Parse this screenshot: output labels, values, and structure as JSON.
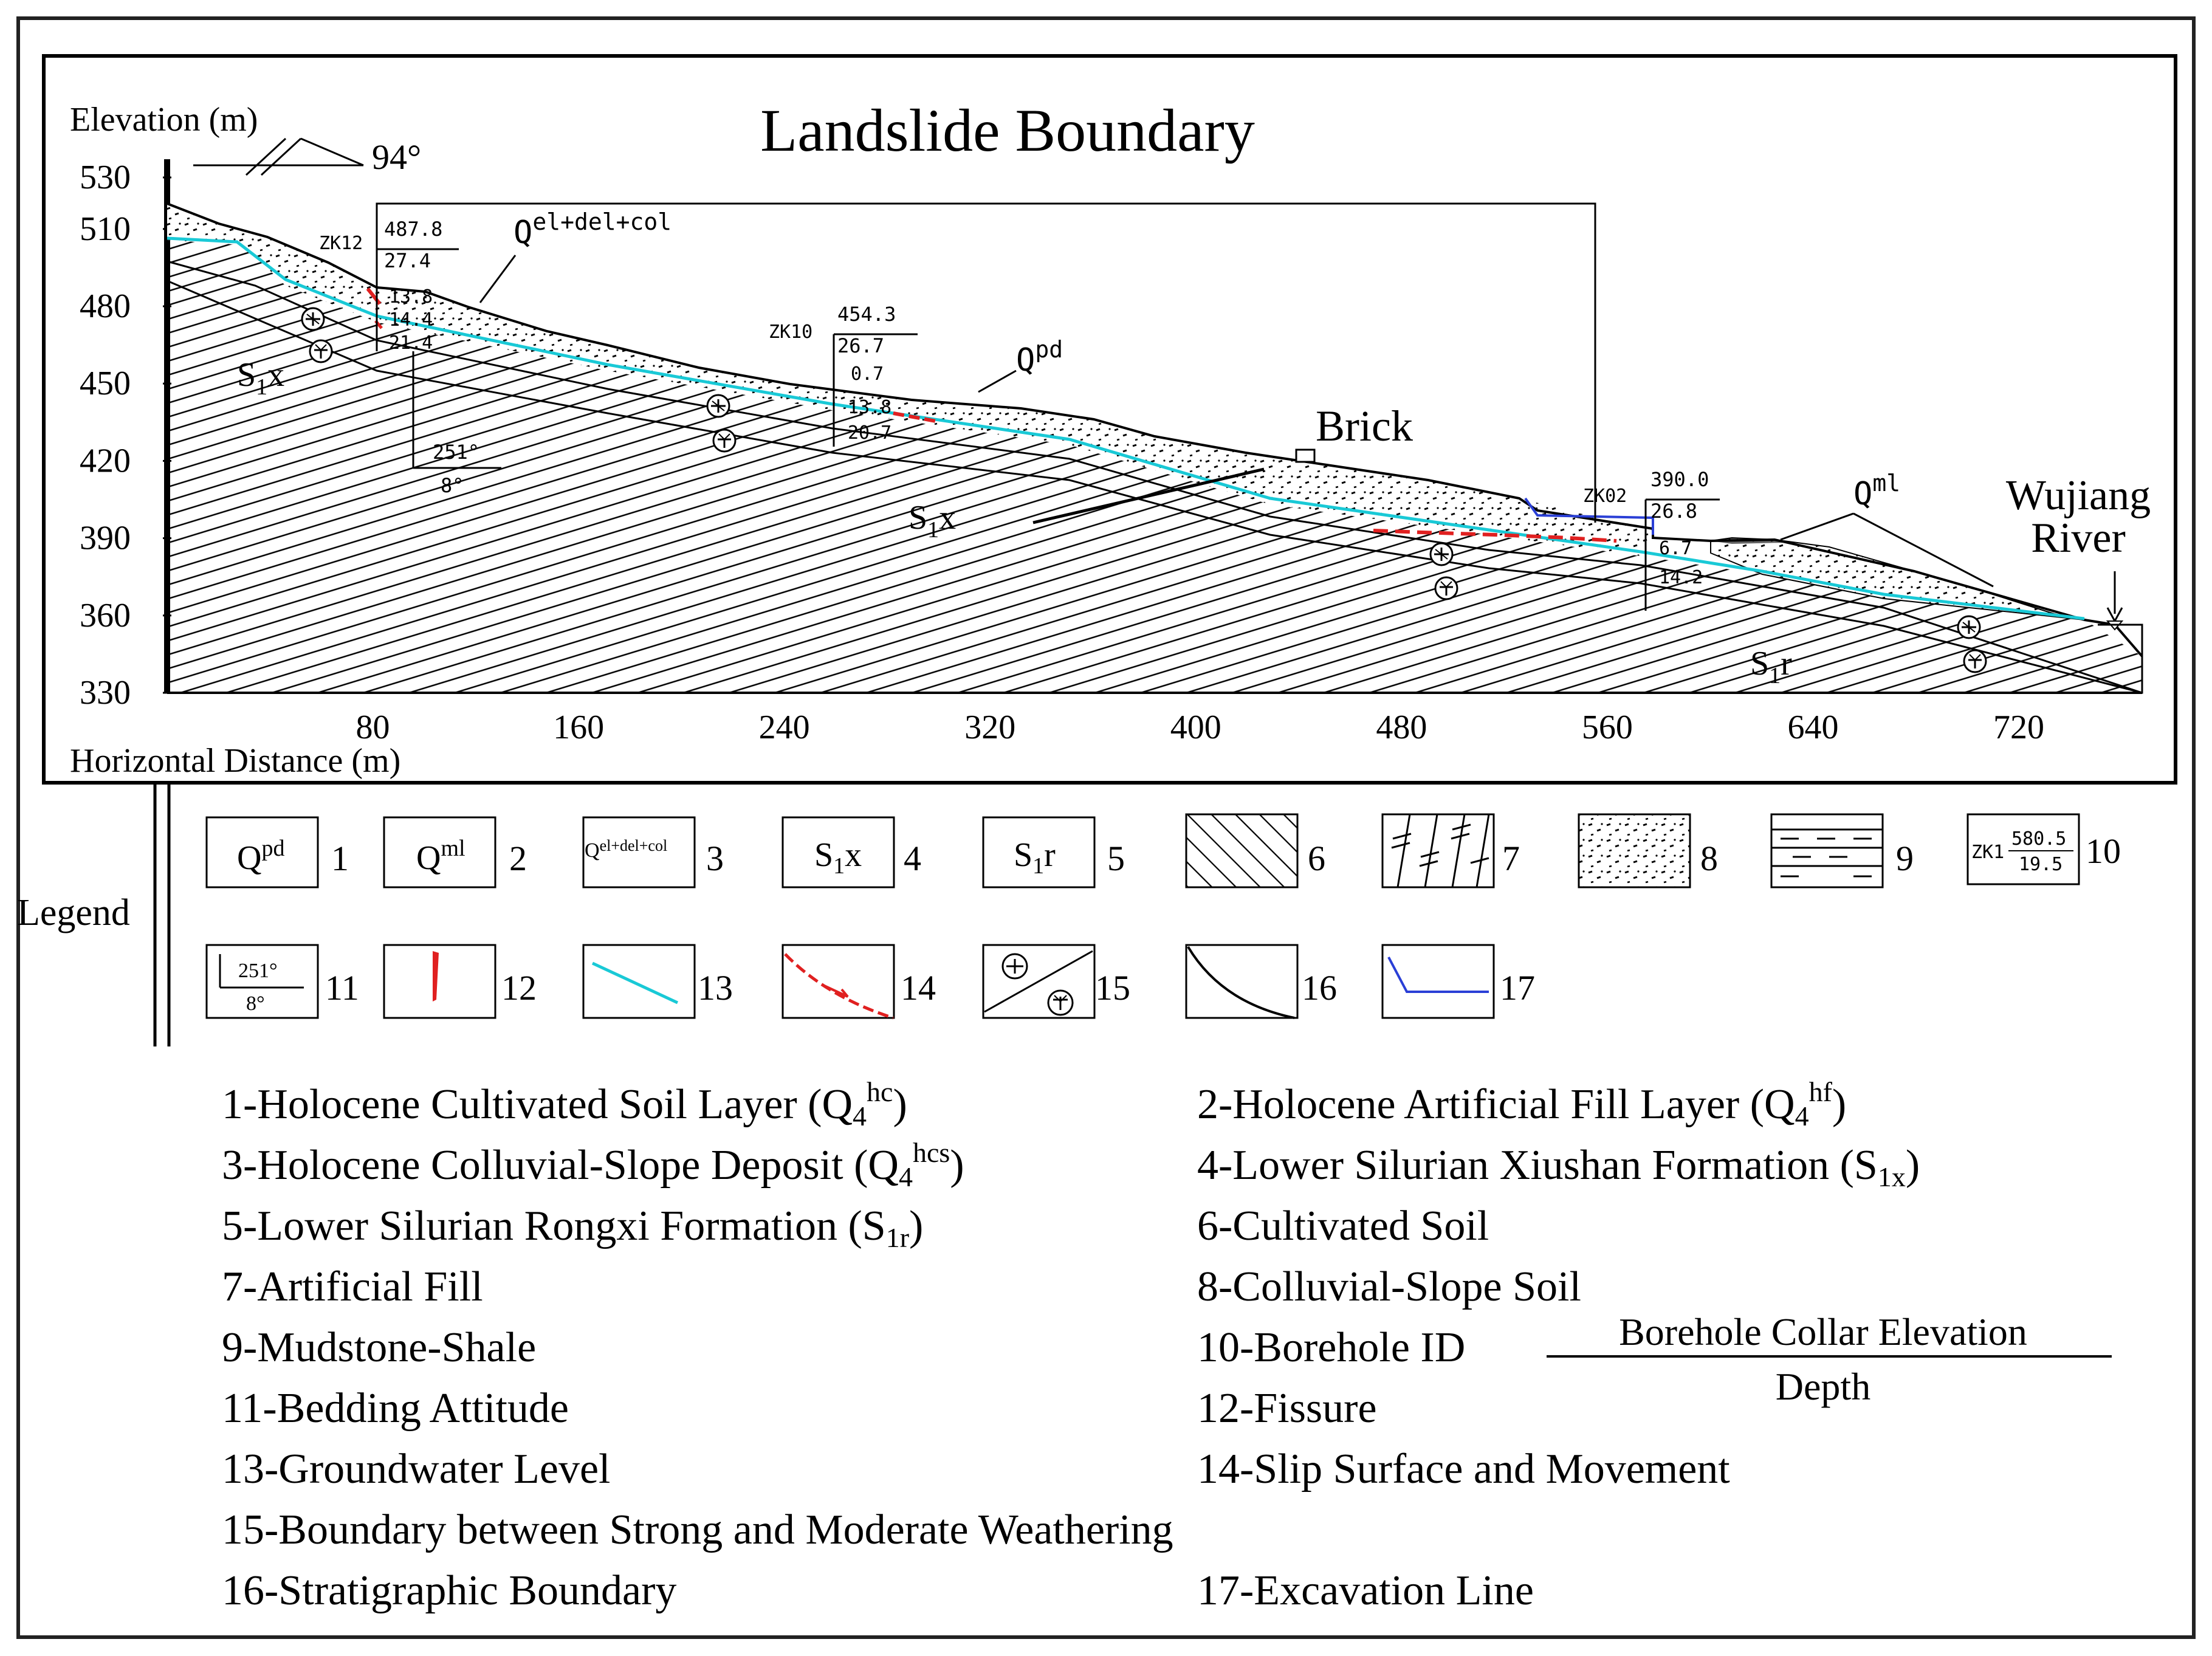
{
  "title": "Landslide Boundary",
  "axes": {
    "y_title": "Elevation (m)",
    "x_title": "Horizontal Distance (m)",
    "y_ticks": [
      "530",
      "510",
      "480",
      "450",
      "420",
      "390",
      "360",
      "330"
    ],
    "x_ticks": [
      "80",
      "160",
      "240",
      "320",
      "400",
      "480",
      "560",
      "640",
      "720"
    ],
    "direction": "94°"
  },
  "labels": {
    "q_el": "Q",
    "q_el_sup": "el+del+col",
    "q_pd": "Q",
    "q_pd_sup": "pd",
    "q_ml": "Q",
    "q_ml_sup": "ml",
    "s1x_a_main": "S",
    "s1x_a_sub": "1",
    "s1x_a_tail": "x",
    "s1x_b_main": "S",
    "s1x_b_sub": "1",
    "s1x_b_tail": "x",
    "s1r_main": "S",
    "s1r_sub": "1",
    "s1r_tail": "r",
    "brick": "Brick",
    "river_line1": "Wujiang",
    "river_line2": "River"
  },
  "boreholes": [
    {
      "id": "ZK12",
      "elevation": "487.8",
      "depth": "27.4",
      "marks": [
        "13.8",
        "14.4",
        "21.4"
      ]
    },
    {
      "id": "ZK10",
      "elevation": "454.3",
      "depth": "26.7",
      "marks": [
        "0.7",
        "13.8",
        "20.7"
      ]
    },
    {
      "id": "ZK02",
      "elevation": "390.0",
      "depth": "26.8",
      "marks": [
        "6.7",
        "14.2"
      ]
    }
  ],
  "bedding": {
    "dip_direction": "251°",
    "dip_angle": "8°"
  },
  "legend": {
    "title": "Legend",
    "boxes": [
      {
        "num": "1",
        "text": "Q",
        "sup": "pd"
      },
      {
        "num": "2",
        "text": "Q",
        "sup": "ml"
      },
      {
        "num": "3",
        "text": "Q",
        "sup": "el+del+col"
      },
      {
        "num": "4",
        "text": "S",
        "sub": "1",
        "tail": "x"
      },
      {
        "num": "5",
        "text": "S",
        "sub": "1",
        "tail": "r"
      },
      {
        "num": "6"
      },
      {
        "num": "7"
      },
      {
        "num": "8"
      },
      {
        "num": "9"
      },
      {
        "num": "10",
        "bh_id": "ZK1",
        "bh_top": "580.5",
        "bh_bottom": "19.5"
      },
      {
        "num": "11",
        "top": "251°",
        "bottom": "8°"
      },
      {
        "num": "12"
      },
      {
        "num": "13"
      },
      {
        "num": "14"
      },
      {
        "num": "15"
      },
      {
        "num": "16"
      },
      {
        "num": "17"
      }
    ],
    "items_left": [
      {
        "text": "1-Holocene Cultivated Soil Layer (Q",
        "sub": "4",
        "sup": "hc",
        "close": ")"
      },
      {
        "text": "3-Holocene Colluvial-Slope Deposit (Q",
        "sub": "4",
        "sup": "hcs",
        "close": ")"
      },
      {
        "text": "5-Lower Silurian Rongxi Formation (S",
        "sub": "1r",
        "close": ")"
      },
      {
        "text": "7-Artificial Fill"
      },
      {
        "text": "9-Mudstone-Shale"
      },
      {
        "text": "11-Bedding Attitude"
      },
      {
        "text": "13-Groundwater Level"
      },
      {
        "text": "15-Boundary between Strong and Moderate Weathering"
      },
      {
        "text": "16-Stratigraphic Boundary"
      }
    ],
    "items_right": [
      {
        "text": "2-Holocene Artificial Fill Layer (Q",
        "sub": "4",
        "sup": "hf",
        "close": ")"
      },
      {
        "text": "4-Lower Silurian Xiushan Formation (S",
        "sub": "1x",
        "close": ")"
      },
      {
        "text": "6-Cultivated Soil"
      },
      {
        "text": "8-Colluvial-Slope Soil"
      },
      {
        "text": "10-Borehole ID"
      },
      {
        "text": "12-Fissure"
      },
      {
        "text": "14-Slip Surface and Movement"
      },
      {
        "text": "17-Excavation Line"
      }
    ],
    "borehole_fraction_top": "Borehole Collar Elevation",
    "borehole_fraction_bottom": "Depth"
  },
  "colors": {
    "line": "#000000",
    "groundwater": "#19c9d6",
    "fissure": "#e02020",
    "excavation": "#2a3fd6"
  }
}
